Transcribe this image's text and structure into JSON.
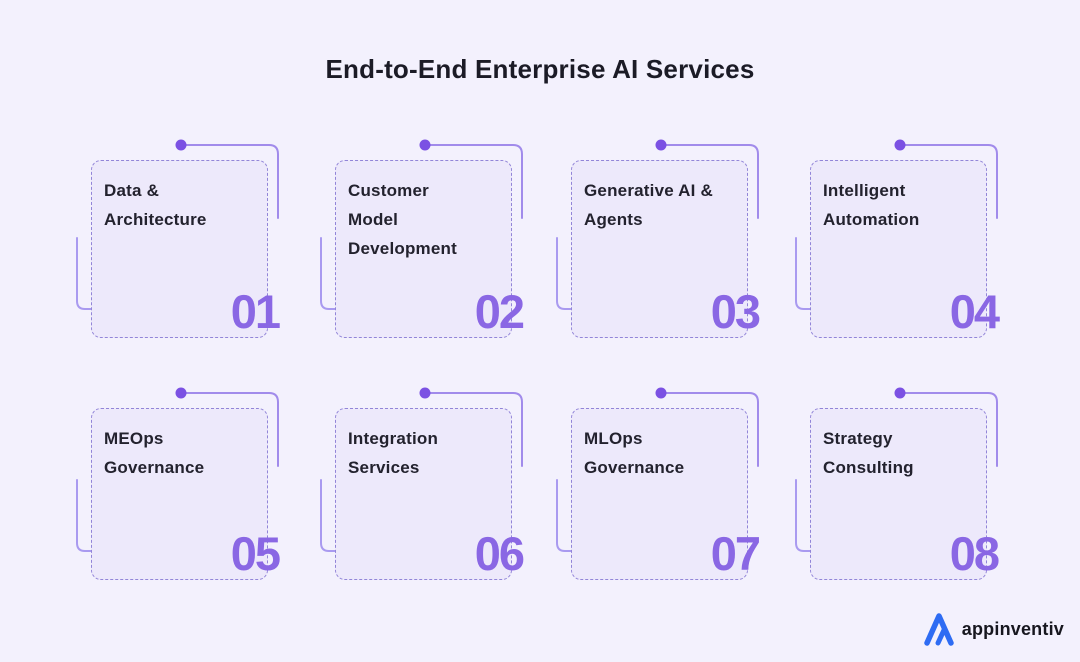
{
  "page": {
    "title": "End-to-End Enterprise AI Services"
  },
  "cards": [
    {
      "number": "01",
      "title": "Data &\nArchitecture"
    },
    {
      "number": "02",
      "title": "Customer\nModel\nDevelopment"
    },
    {
      "number": "03",
      "title": "Generative AI &\nAgents"
    },
    {
      "number": "04",
      "title": "Intelligent\nAutomation"
    },
    {
      "number": "05",
      "title": "MEOps\nGovernance"
    },
    {
      "number": "06",
      "title": "Integration\nServices"
    },
    {
      "number": "07",
      "title": "MLOps\nGovernance"
    },
    {
      "number": "08",
      "title": "Strategy\nConsulting"
    }
  ],
  "logo": {
    "text": "appinventiv"
  },
  "colors": {
    "background": "#f3f1fd",
    "card_fill": "#ede9fb",
    "dashed_border": "#9285d8",
    "connector_line": "#a18beb",
    "dot_chevron": "#7b51e3",
    "number": "#8a67e4",
    "title_text": "#1b1b26",
    "card_text": "#23222e",
    "logo_blue": "#2e6cf3"
  }
}
